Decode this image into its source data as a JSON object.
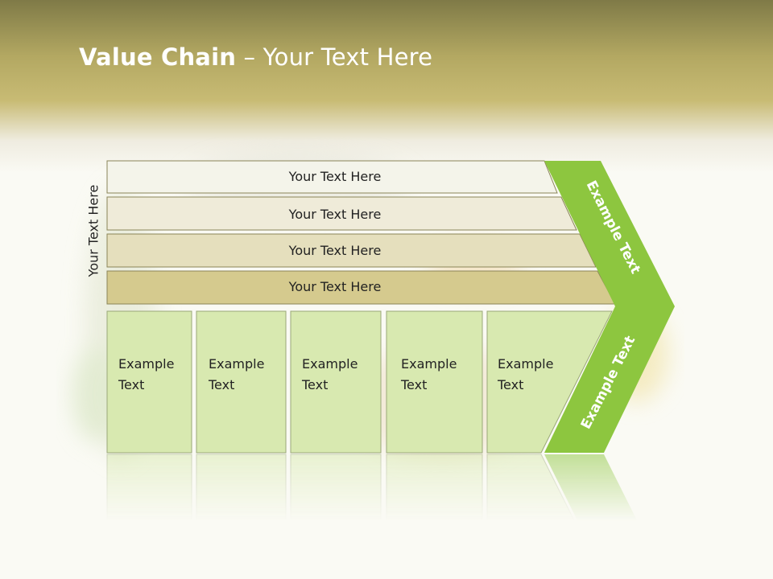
{
  "slide": {
    "title_bold": "Value Chain",
    "title_rest": " – Your Text Here",
    "side_label": "Your Text Here"
  },
  "support_bars": [
    {
      "label": "Your Text Here",
      "color": "#f4f4ea"
    },
    {
      "label": "Your Text Here",
      "color": "#efebd9"
    },
    {
      "label": "Your Text Here",
      "color": "#e5dfbd"
    },
    {
      "label": "Your Text Here",
      "color": "#d5ca8e"
    }
  ],
  "primary_boxes": [
    {
      "line1": "Example",
      "line2": "Text"
    },
    {
      "line1": "Example",
      "line2": "Text"
    },
    {
      "line1": "Example",
      "line2": "Text"
    },
    {
      "line1": "Example",
      "line2": "Text"
    },
    {
      "line1": "Example",
      "line2": "Text"
    }
  ],
  "margin_arrow": {
    "upper_label": "Example Text",
    "lower_label": "Example Text",
    "color": "#8dc63f",
    "text_color": "#ffffff"
  },
  "colors": {
    "box_fill": "#d8e9b0",
    "box_stroke": "#9aa878",
    "bar_stroke": "#8a8458"
  }
}
